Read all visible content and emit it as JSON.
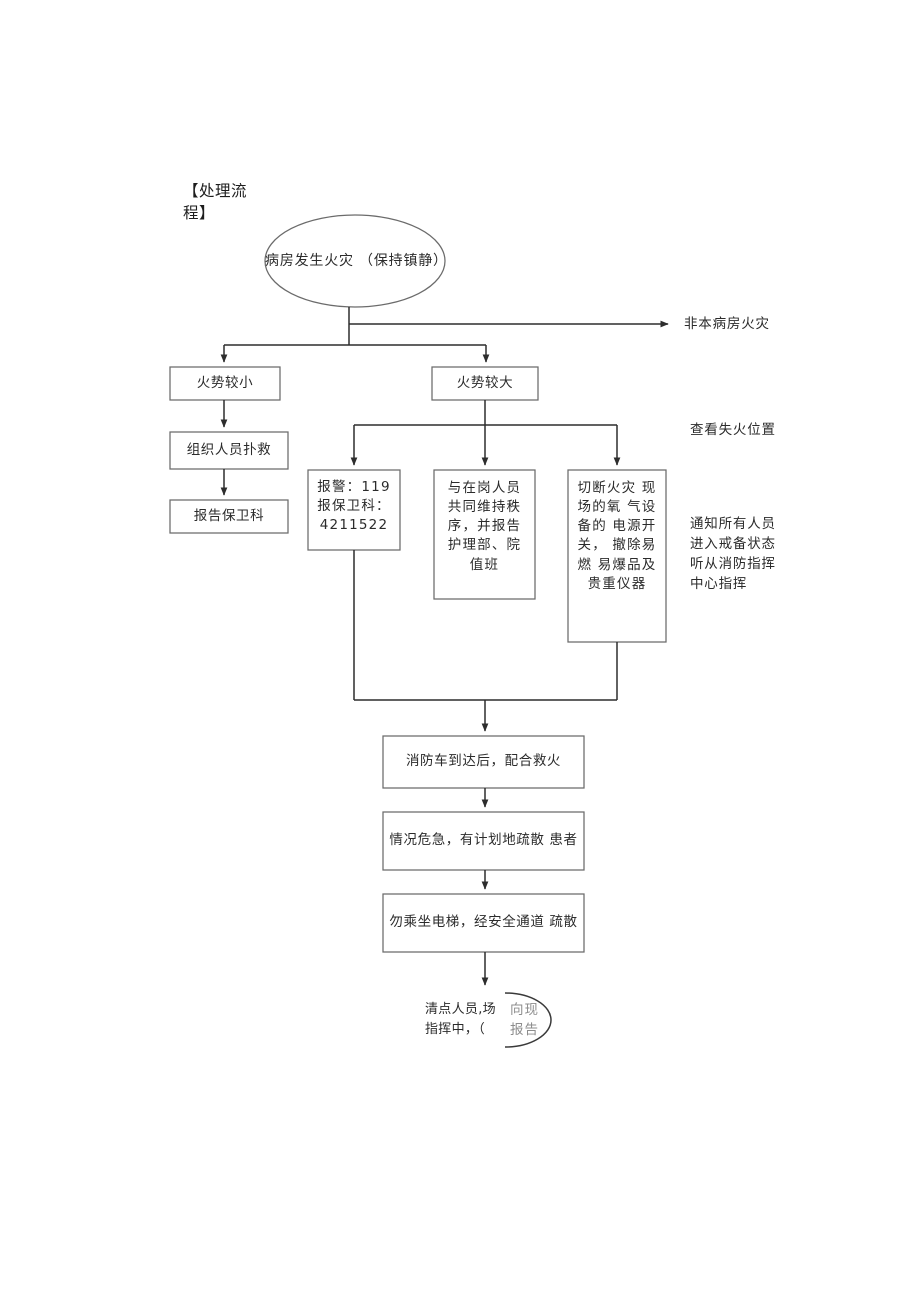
{
  "document": {
    "title": "【处理流\n程】",
    "background_color": "#ffffff",
    "stroke_color": "#595959",
    "text_color": "#2b2b2b"
  },
  "nodes": {
    "start": {
      "label": "病房发生火灾\n（保持镇静）",
      "shape": "ellipse"
    },
    "small_fire": {
      "label": "火势较小",
      "shape": "rect"
    },
    "organize_rescue": {
      "label": "组织人员扑救",
      "shape": "rect"
    },
    "report_security": {
      "label": "报告保卫科",
      "shape": "rect"
    },
    "large_fire": {
      "label": "火势较大",
      "shape": "rect"
    },
    "call_119": {
      "label": "报警：119\n报保卫科：\n4211522",
      "shape": "rect"
    },
    "maintain_order": {
      "label": "与在岗人员\n共同维持秩\n序，并报告\n护理部、院\n值班",
      "shape": "rect"
    },
    "cut_oxygen": {
      "label": "切断火灾\n现场的氧\n气设备的\n电源开关，\n撤除易燃\n易爆品及\n贵重仪器",
      "shape": "rect"
    },
    "fire_truck": {
      "label": "消防车到达后，配合救火",
      "shape": "rect"
    },
    "evacuate_patients": {
      "label": "情况危急，有计划地疏散\n患者",
      "shape": "rect"
    },
    "no_elevator": {
      "label": "勿乘坐电梯，经安全通道\n疏散",
      "shape": "rect"
    },
    "final_report": {
      "label": "向现\n报告",
      "shape": "ellipse"
    },
    "final_overlay": {
      "label": "清点人员,场\n指挥中，（",
      "shape": "text"
    }
  },
  "side_labels": {
    "not_this_ward": "非本病房火灾",
    "check_location": "查看失火位置",
    "notify_all": "通知所有人员\n进入戒备状态\n听从消防指挥\n中心指挥"
  }
}
